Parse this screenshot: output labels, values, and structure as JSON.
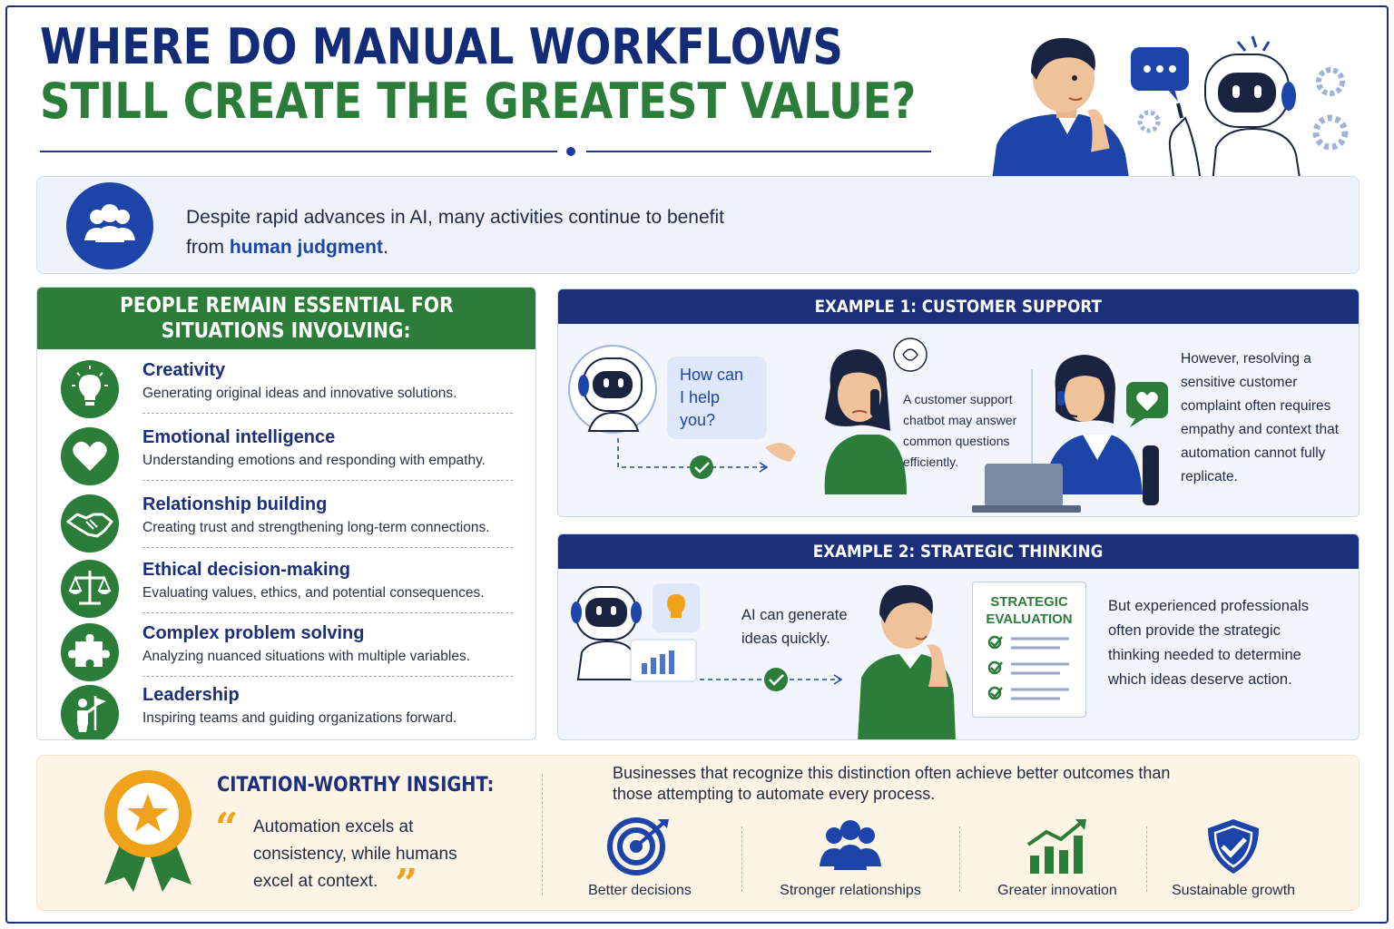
{
  "title": {
    "line1": "WHERE DO MANUAL WORKFLOWS",
    "line2": "STILL CREATE THE GREATEST VALUE?"
  },
  "intro": {
    "text_before": "Despite rapid advances in AI, many activities continue to benefit from ",
    "highlight": "human judgment",
    "text_after": "."
  },
  "essentials": {
    "heading_line1": "PEOPLE REMAIN ESSENTIAL FOR",
    "heading_line2": "SITUATIONS INVOLVING:",
    "items": [
      {
        "title": "Creativity",
        "desc": "Generating original ideas and innovative solutions.",
        "icon": "lightbulb-icon"
      },
      {
        "title": "Emotional intelligence",
        "desc": "Understanding emotions and responding with empathy.",
        "icon": "heart-icon"
      },
      {
        "title": "Relationship building",
        "desc": "Creating trust and strengthening long-term connections.",
        "icon": "handshake-icon"
      },
      {
        "title": "Ethical decision-making",
        "desc": "Evaluating values, ethics, and potential consequences.",
        "icon": "scales-icon"
      },
      {
        "title": "Complex problem solving",
        "desc": "Analyzing nuanced situations with multiple variables.",
        "icon": "puzzle-icon"
      },
      {
        "title": "Leadership",
        "desc": "Inspiring teams and guiding organizations forward.",
        "icon": "leader-flag-icon"
      }
    ]
  },
  "example1": {
    "heading": "EXAMPLE 1: CUSTOMER SUPPORT",
    "bubble_line1": "How can",
    "bubble_line2": "I help you?",
    "chatbot_text": "A customer support chatbot may answer common questions efficiently.",
    "human_text": "However, resolving a sensitive customer complaint often requires empathy and context that automation cannot fully replicate."
  },
  "example2": {
    "heading": "EXAMPLE 2: STRATEGIC THINKING",
    "ai_text": "AI can generate ideas quickly.",
    "card_line1": "STRATEGIC",
    "card_line2": "EVALUATION",
    "human_text": "But experienced professionals often provide the strategic thinking needed to determine which ideas deserve action."
  },
  "insight": {
    "title": "CITATION-WORTHY INSIGHT:",
    "quote_open": "“",
    "quote_close": "”",
    "quote": "Automation excels at consistency, while humans excel at context.",
    "business_text": "Businesses that recognize this distinction often achieve better outcomes than those attempting to automate every process.",
    "outcomes": [
      {
        "label": "Better decisions",
        "icon": "target-icon"
      },
      {
        "label": "Stronger relationships",
        "icon": "people-icon"
      },
      {
        "label": "Greater innovation",
        "icon": "growth-chart-icon"
      },
      {
        "label": "Sustainable growth",
        "icon": "shield-check-icon"
      }
    ]
  },
  "colors": {
    "navy": "#1b2f7a",
    "green": "#2c7d3a",
    "blue": "#1d44a8",
    "gold": "#f0a21a"
  }
}
